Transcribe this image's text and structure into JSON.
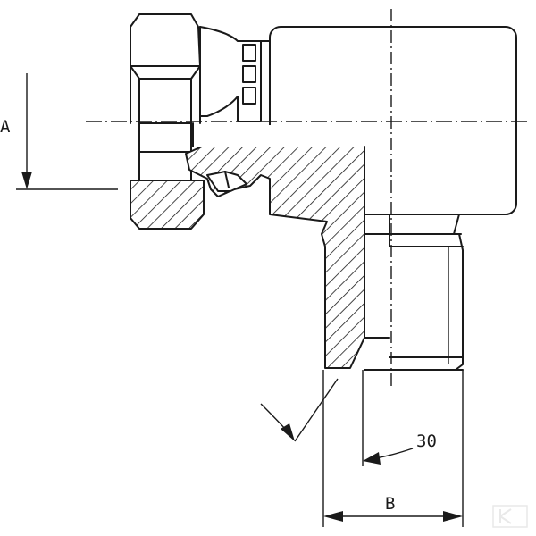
{
  "dimensions": {
    "A": "A",
    "B": "B",
    "angle": "30"
  },
  "watermark": {
    "text": "K"
  }
}
